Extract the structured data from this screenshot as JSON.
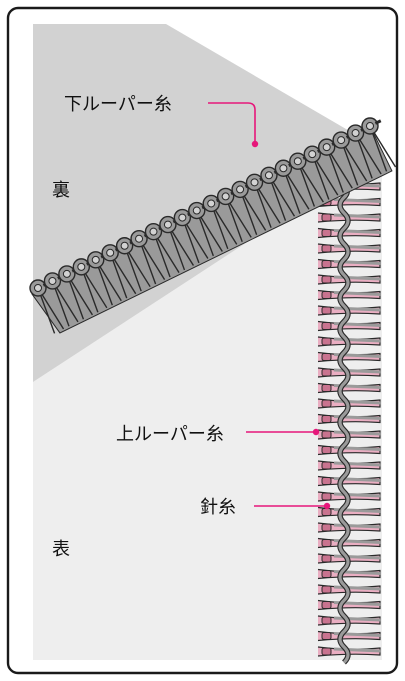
{
  "labels": {
    "lower_looper": "下ルーパー糸",
    "upper_looper": "上ルーパー糸",
    "needle": "針糸",
    "back_side": "裏",
    "front_side": "表"
  },
  "colors": {
    "frame": "#1a1a1a",
    "back_fabric": "#d2d2d2",
    "front_fabric": "#eeeeee",
    "stitch_gray": "#9a9a9a",
    "stitch_pink": "#eaaec2",
    "stitch_pink_dark": "#c9738f",
    "thread_outline": "#2a2a2a",
    "leader_line": "#e6177a",
    "label_text": "#111111"
  },
  "icons": {
    "leader_dot": "filled-circle"
  }
}
